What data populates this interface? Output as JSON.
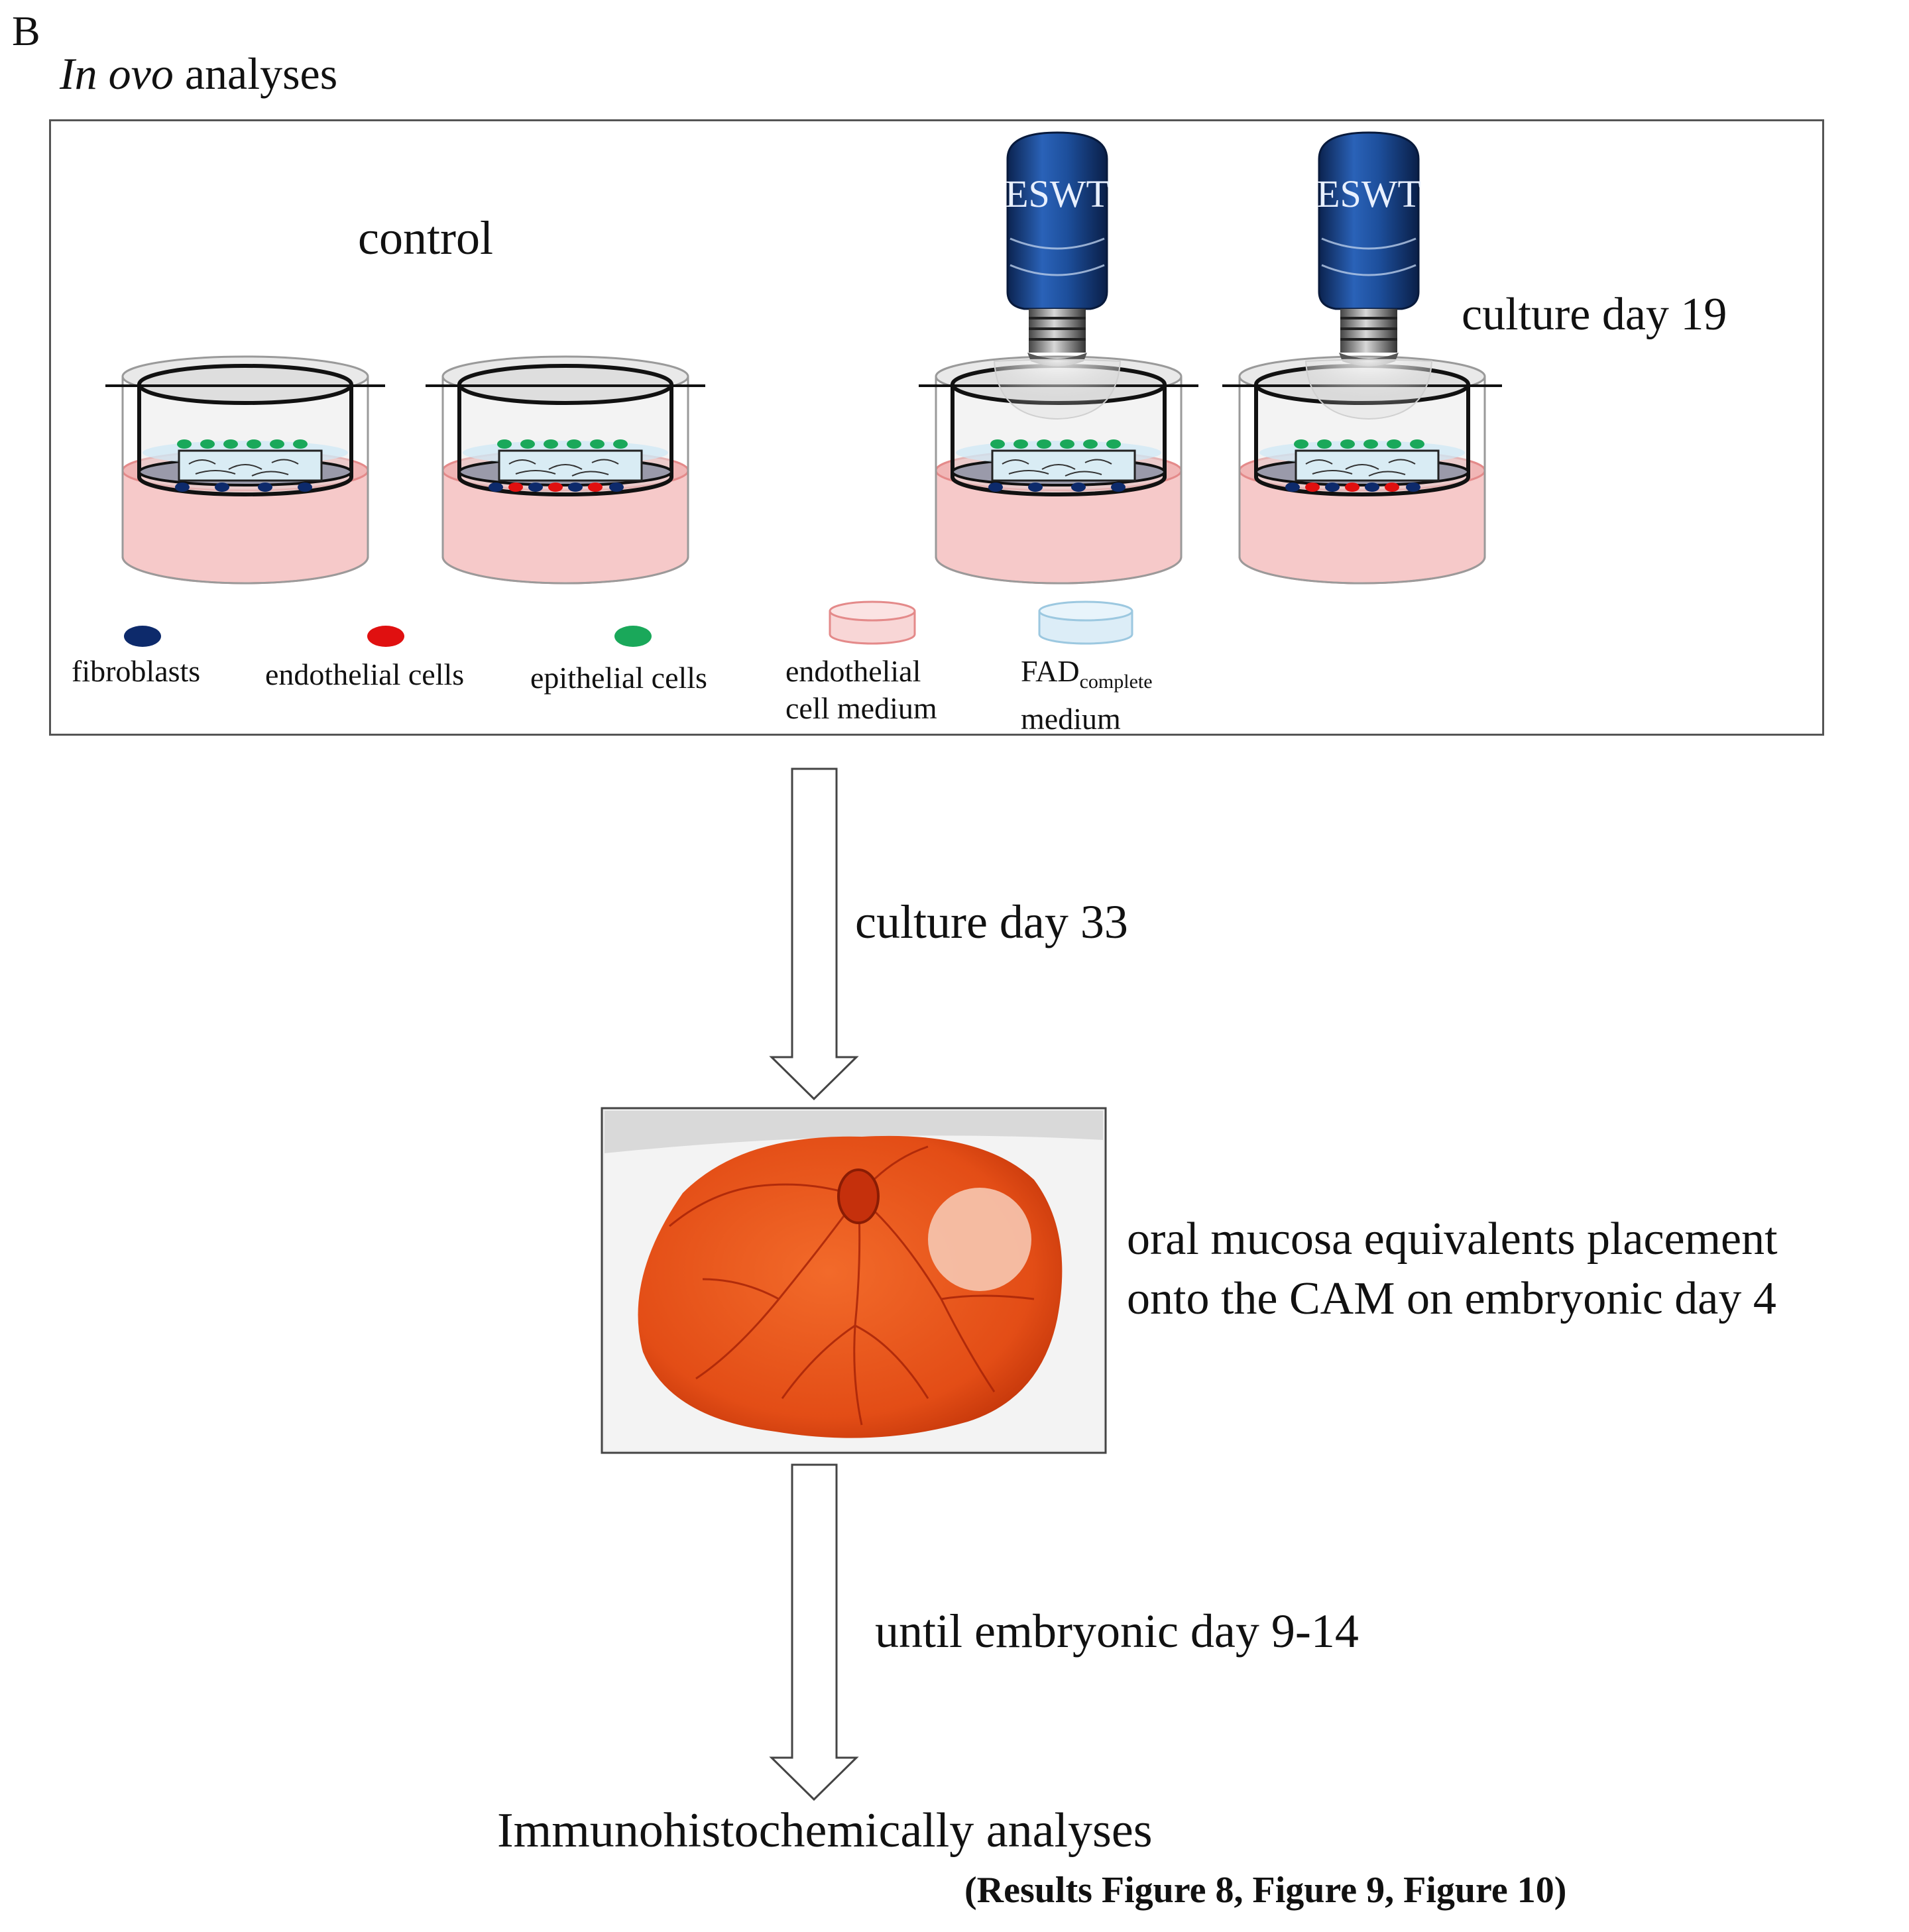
{
  "panel_letter": "B",
  "title": {
    "italic": "In ovo",
    "rest": " analyses"
  },
  "conditions": {
    "control": "control",
    "treatment_day": "culture day 19"
  },
  "device_label": "ESWT",
  "legend": {
    "fibroblasts": "fibroblasts",
    "endothelial_cells": "endothelial cells",
    "epithelial_cells": "epithelial cells",
    "endothelial_medium_line1": "endothelial",
    "endothelial_medium_line2": "cell medium",
    "fad_main": "FAD",
    "fad_sub": "complete",
    "fad_line2": "medium"
  },
  "colors": {
    "fibroblast": "#0d2a6b",
    "endothelial": "#e01010",
    "epithelial": "#1aa85a",
    "endothelial_medium": "#f6c9c9",
    "fad_medium": "#cfe8f5",
    "eswt_blue": "#1d4f9c",
    "cam_orange": "#e8521a"
  },
  "flow": {
    "step1": "culture day 33",
    "step2_line1": "oral mucosa equivalents placement",
    "step2_line2": "onto the CAM on embryonic day 4",
    "step3": "until embryonic day 9-14",
    "final": "Immunohistochemically analyses",
    "references": "(Results  Figure 8, Figure 9, Figure 10)"
  }
}
